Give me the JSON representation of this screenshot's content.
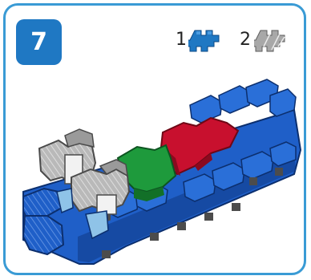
{
  "step": {
    "number": "7"
  },
  "parts": [
    {
      "count": "1",
      "icon": "blue-cross-brick-icon",
      "color": "#1f78c3"
    },
    {
      "count": "2",
      "icon": "gray-cross-brick-icon",
      "color": "#9a9a9a"
    }
  ],
  "colors": {
    "frame": "#3a9bd5",
    "badge": "#1f78c3",
    "blue_brick": "#1f5fc8",
    "blue_brick_dark": "#123f8f",
    "green_brick": "#1e9a3c",
    "red_brick": "#c8102e",
    "gray_brick": "#b9b9b9",
    "light_blue_brick": "#8fc3e8",
    "white_brick": "#f2f2f2"
  }
}
